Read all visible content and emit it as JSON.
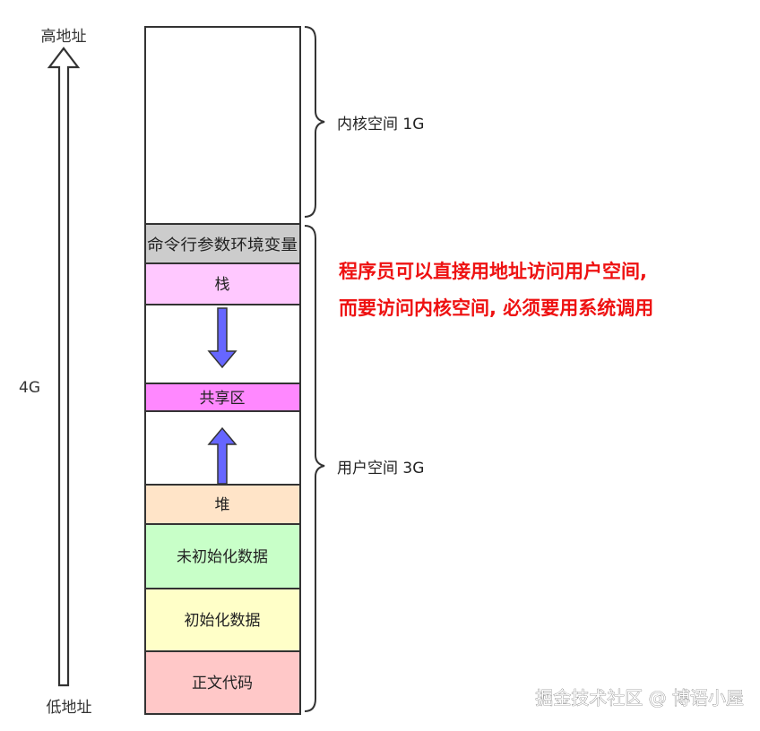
{
  "axis": {
    "top_label": "高地址",
    "bottom_label": "低地址",
    "size_label": "4G"
  },
  "segments": {
    "kernel": {
      "label": "",
      "color": "#ffffff"
    },
    "cmdline_env": {
      "label": "命令行参数环境变量",
      "color": "#cccccc"
    },
    "stack": {
      "label": "栈",
      "color": "#ffc8ff"
    },
    "gap_top": {
      "label": "",
      "color": "#ffffff"
    },
    "shared": {
      "label": "共享区",
      "color": "#ff88ff"
    },
    "gap_bottom": {
      "label": "",
      "color": "#ffffff"
    },
    "heap": {
      "label": "堆",
      "color": "#ffe4c8"
    },
    "bss": {
      "label": "未初始化数据",
      "color": "#c8ffc8"
    },
    "data": {
      "label": "初始化数据",
      "color": "#ffffc8"
    },
    "text": {
      "label": "正文代码",
      "color": "#ffc8c8"
    }
  },
  "braces": {
    "kernel_label": "内核空间 1G",
    "user_label": "用户空间 3G"
  },
  "arrows": {
    "color": "#6666ff"
  },
  "note": {
    "line1": "程序员可以直接用地址访问用户空间,",
    "line2": "而要访问内核空间, 必须要用系统调用",
    "color": "#ee1111"
  },
  "watermark": "掘金技术社区 @ 博语小屋"
}
